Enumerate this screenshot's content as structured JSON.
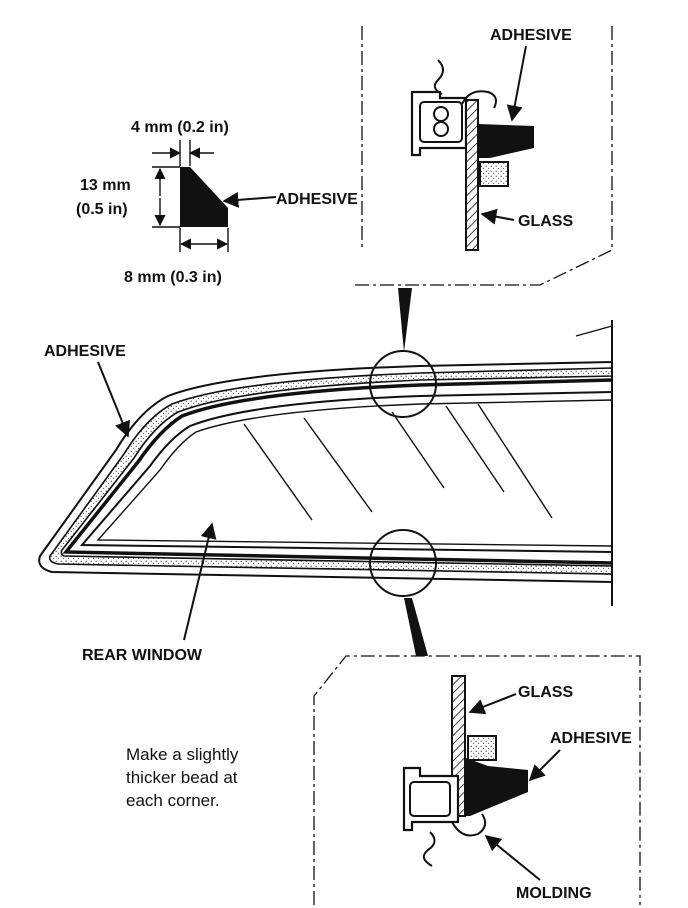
{
  "bead": {
    "top_dimension": "4 mm (0.2 in)",
    "height_mm": "13 mm",
    "height_in": "(0.5 in)",
    "bottom_dimension": "8 mm (0.3 in)",
    "adhesive_label": "ADHESIVE"
  },
  "top_detail": {
    "adhesive_label": "ADHESIVE",
    "glass_label": "GLASS"
  },
  "window": {
    "adhesive_label": "ADHESIVE",
    "rear_window_label": "REAR WINDOW"
  },
  "bottom_detail": {
    "glass_label": "GLASS",
    "adhesive_label": "ADHESIVE",
    "molding_label": "MOLDING"
  },
  "note": {
    "line1": "Make a slightly",
    "line2": "thicker bead at",
    "line3": "each corner."
  },
  "colors": {
    "ink": "#111111",
    "paper": "#ffffff",
    "adhesive_fill": "#111111",
    "stipple": "#bdbdbd"
  }
}
